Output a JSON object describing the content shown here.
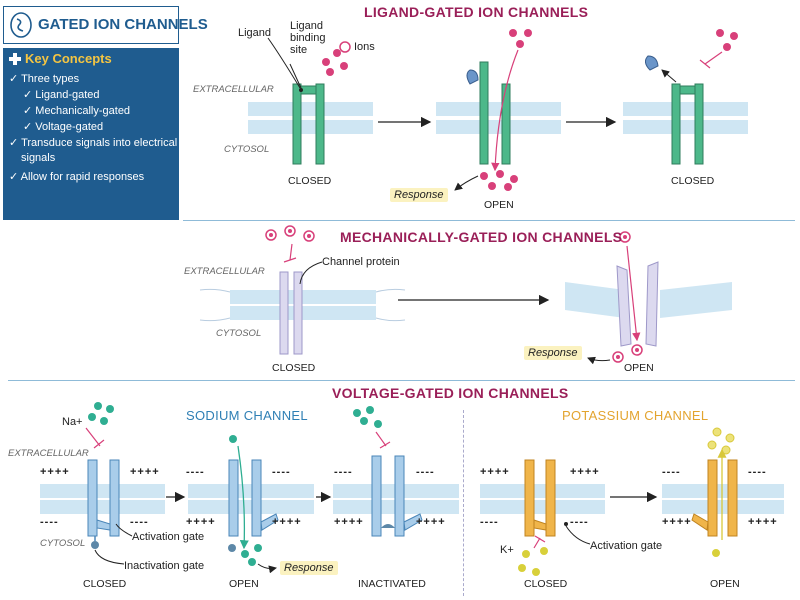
{
  "title": "GATED ION CHANNELS",
  "key_concepts": {
    "heading": "Key Concepts",
    "items": [
      {
        "text": "Three types",
        "level": 0
      },
      {
        "text": "Ligand-gated",
        "level": 1
      },
      {
        "text": "Mechanically-gated",
        "level": 1
      },
      {
        "text": "Voltage-gated",
        "level": 1
      },
      {
        "text": "Transduce signals into electrical",
        "level": 0
      },
      {
        "text": "signals",
        "level": 2
      },
      {
        "text": "Allow for rapid responses",
        "level": 0
      }
    ]
  },
  "ligand": {
    "title": "LIGAND-GATED ION CHANNELS",
    "extracellular": "EXTRACELLULAR",
    "cytosol": "CYTOSOL",
    "ligand_label": "Ligand",
    "binding_site_label_1": "Ligand",
    "binding_site_label_2": "binding",
    "binding_site_label_3": "site",
    "ions_label": "Ions",
    "closed_1": "CLOSED",
    "open": "OPEN",
    "closed_2": "CLOSED",
    "response": "Response"
  },
  "mechanical": {
    "title": "MECHANICALLY-GATED ION CHANNELS",
    "extracellular": "EXTRACELLULAR",
    "cytosol": "CYTOSOL",
    "channel_protein": "Channel protein",
    "closed": "CLOSED",
    "open": "OPEN",
    "response": "Response"
  },
  "voltage": {
    "title": "VOLTAGE-GATED ION CHANNELS",
    "extracellular": "EXTRACELLULAR",
    "cytosol": "CYTOSOL",
    "sodium_title": "SODIUM CHANNEL",
    "potassium_title": "POTASSIUM CHANNEL",
    "na_label": "Na+",
    "k_label": "K+",
    "activation_gate_1": "Activation gate",
    "inactivation_gate": "Inactivation gate",
    "activation_gate_2": "Activation gate",
    "closed_1": "CLOSED",
    "open_1": "OPEN",
    "inactivated": "INACTIVATED",
    "closed_2": "CLOSED",
    "open_2": "OPEN",
    "response": "Response",
    "plus": "++++",
    "minus": "----"
  },
  "colors": {
    "title_maroon": "#9a1f58",
    "panel_blue": "#1f5c8f",
    "green_channel": "#4db88a",
    "lavender_channel": "#c9c5e4",
    "blue_channel": "#8fbfe0",
    "orange_channel": "#f0b54a",
    "ion_pink": "#d8407a",
    "ion_teal": "#2fae92",
    "ion_yellow": "#d8d03a",
    "membrane": "#cfe6f3"
  }
}
